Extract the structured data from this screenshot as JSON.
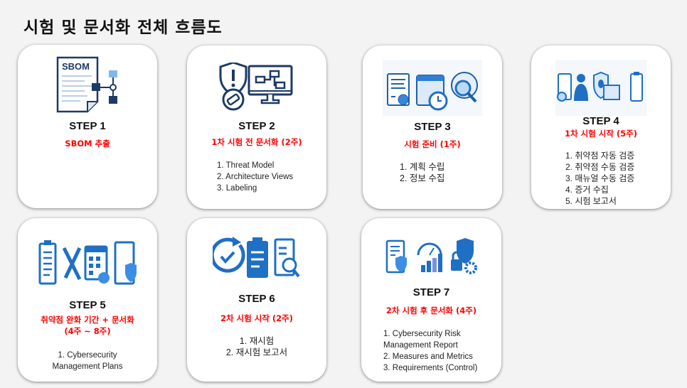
{
  "title": "시험 및 문서화 전체 흐름도",
  "colors": {
    "accent_red": "#ff0000",
    "icon_blue": "#1f6fc5",
    "icon_navy": "#1d3a66"
  },
  "steps": [
    {
      "step": "STEP 1",
      "subtitle": "SBOM 추출",
      "items": [],
      "icon_label": "SBOM"
    },
    {
      "step": "STEP 2",
      "subtitle": "1차 시험 전 문서화 (2주)",
      "items": [
        "1. Threat Model",
        "2. Architecture Views",
        "3. Labeling"
      ]
    },
    {
      "step": "STEP 3",
      "subtitle": "시험 준비 (1주)",
      "items": [
        "1. 계획 수립",
        "2. 정보 수집"
      ]
    },
    {
      "step": "STEP 4",
      "subtitle": "1차 시험 시작 (5주)",
      "items": [
        "1. 취약점 자동 검증",
        "2. 취약점 수동 검증",
        "3. 매뉴얼 수동 검증",
        "4. 증거 수집",
        "5. 시험 보고서"
      ]
    },
    {
      "step": "STEP 5",
      "subtitle": "취약점 완화 기간 + 문서화",
      "subtitle2": "(4주 ~ 8주)",
      "items": [
        "1. Cybersecurity",
        "Management Plans"
      ]
    },
    {
      "step": "STEP 6",
      "subtitle": "2차 시험 시작 (2주)",
      "items": [
        "1. 재시험",
        "2. 재시험 보고서"
      ]
    },
    {
      "step": "STEP 7",
      "subtitle": "2차 시험 후 문서화 (4주)",
      "items": [
        "1. Cybersecurity Risk",
        "Management Report",
        "2. Measures and Metrics",
        "3. Requirements (Control)"
      ]
    }
  ]
}
